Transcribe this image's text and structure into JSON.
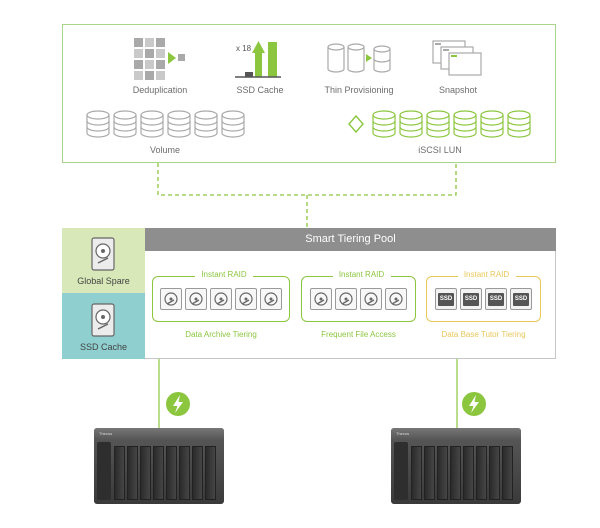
{
  "features": {
    "deduplication": "Deduplication",
    "ssd_cache": "SSD Cache",
    "ssd_multiplier": "x 18",
    "thin_provisioning": "Thin Provisioning",
    "snapshot": "Snapshot",
    "volume": "Volume",
    "iscsi_lun": "iSCSI LUN"
  },
  "pool": {
    "title": "Smart Tiering Pool",
    "global_spare": "Global Spare",
    "ssd_cache": "SSD Cache",
    "groups": [
      {
        "title": "Instant RAID",
        "label": "Data Archive Tiering",
        "disks": 5,
        "kind": "hdd",
        "color": "#8cc63f"
      },
      {
        "title": "Instant RAID",
        "label": "Frequent File Access",
        "disks": 4,
        "kind": "hdd",
        "color": "#8cc63f"
      },
      {
        "title": "Instant RAID",
        "label": "Data Base Tutor Tiering",
        "disks": 4,
        "kind": "ssd",
        "color": "#e8c85a"
      }
    ],
    "ssd_text": "SSD"
  },
  "nas_brand": "Thecus",
  "colors": {
    "green": "#8cc63f",
    "yellow": "#e8c85a",
    "gray": "#8e8e8e"
  }
}
